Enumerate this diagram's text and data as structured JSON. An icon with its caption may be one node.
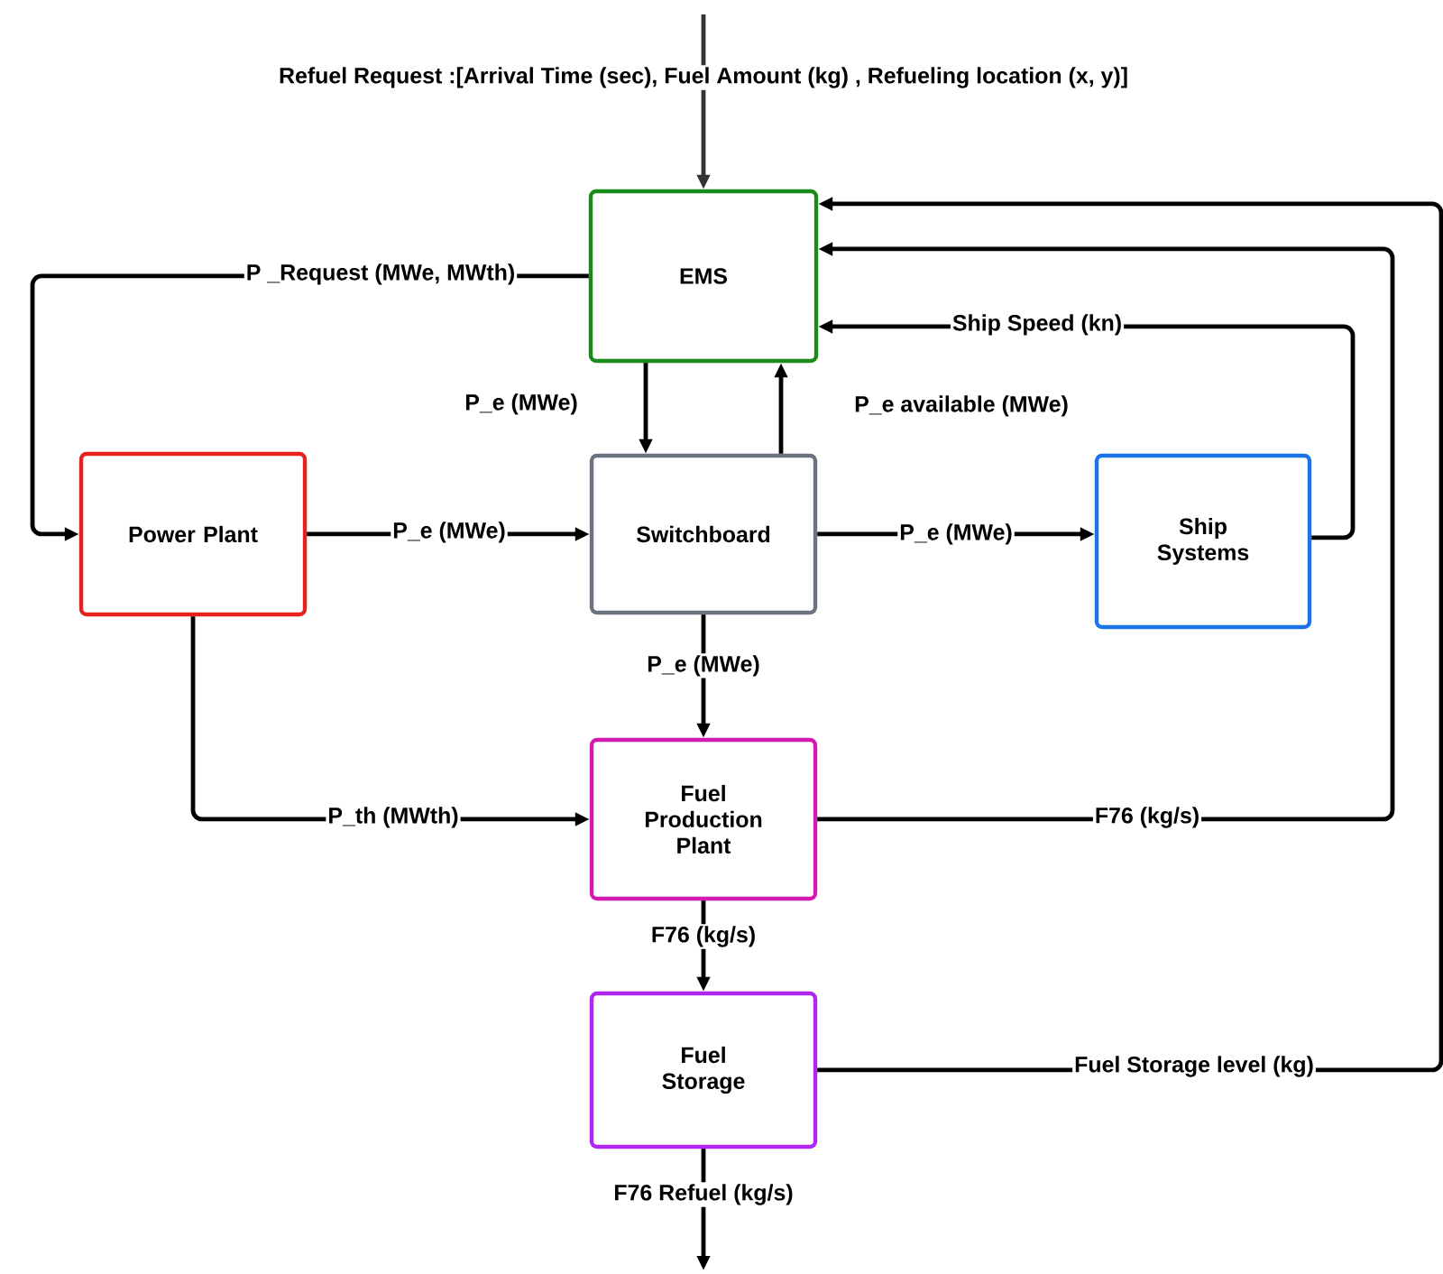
{
  "diagram": {
    "nodes": [
      {
        "text": [
          "EMS"
        ]
      },
      {
        "text": [
          "Power Plant"
        ]
      },
      {
        "text": [
          "Switchboard"
        ]
      },
      {
        "text": [
          "Ship Systems"
        ]
      },
      {
        "text": [
          "Fuel Production Plant"
        ]
      },
      {
        "text": [
          "Fuel Storage"
        ]
      }
    ],
    "edges": [
      {
        "from": null,
        "to": 0,
        "arrow": "to",
        "label": "Refuel Request :[Arrival Time (sec), Fuel Amount (kg) , Refueling location (x, y)]",
        "color": "#333333"
      },
      {
        "from": 5,
        "to": 0,
        "arrow": "to",
        "label": "Fuel Storage level (kg)"
      },
      {
        "from": 4,
        "to": 0,
        "arrow": "to",
        "label": "F76 (kg/s)"
      },
      {
        "from": 3,
        "to": 0,
        "arrow": "to",
        "label": "Ship Speed (kn)"
      },
      {
        "from": 0,
        "to": 1,
        "arrow": "to",
        "label": "P _Request (MWe, MWth)"
      },
      {
        "from": 0,
        "to": 2,
        "arrow": "to",
        "label": "P_e (MWe)"
      },
      {
        "from": 2,
        "to": 0,
        "arrow": "to",
        "label": "P_e available (MWe)"
      },
      {
        "from": 1,
        "to": 2,
        "arrow": "to",
        "label": "P_e (MWe)"
      },
      {
        "from": 2,
        "to": 3,
        "arrow": "to",
        "label": "P_e (MWe)"
      },
      {
        "from": 2,
        "to": 4,
        "arrow": "to",
        "label": "P_e (MWe)"
      },
      {
        "from": 1,
        "to": 4,
        "arrow": "to",
        "label": "P_th (MWth)"
      },
      {
        "from": 4,
        "to": 5,
        "arrow": "to",
        "label": "F76 (kg/s)"
      },
      {
        "from": 5,
        "to": null,
        "arrow": "to",
        "label": "F76 Refuel (kg/s)"
      }
    ]
  }
}
